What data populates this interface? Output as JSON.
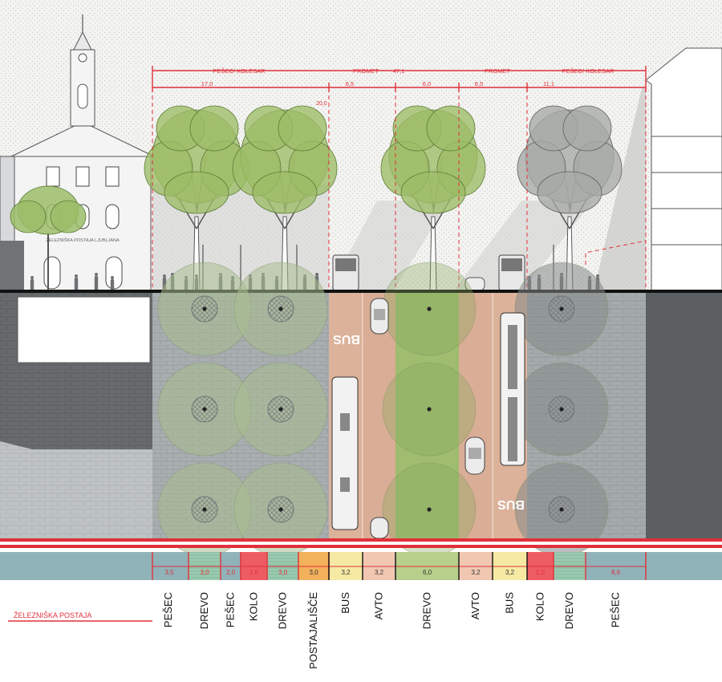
{
  "colors": {
    "red": "#e0303a",
    "sky": "#f1f1ef",
    "ground_dark": "#5b5f61",
    "paving": "#9aa0a2",
    "paving_light": "#b9bdbe",
    "bus_lane": "#dcb29a",
    "median": "#9fbc6f",
    "tree_green": "#8fb35a",
    "tree_gray": "#9a9c9a",
    "teal": "#8fb3b9",
    "zone_red": "#ee5c63",
    "zone_green": "#8fc1a6",
    "zone_orange": "#f3b15c",
    "zone_yellow": "#f5e9a3",
    "zone_peach": "#f1c7b2",
    "zone_median": "#b7cf8a"
  },
  "top_dimensions": {
    "overall": [
      {
        "label": "PEŠEC/ KOLESAR"
      },
      {
        "label": "PROMET"
      },
      {
        "label": "47,1"
      },
      {
        "label": "PROMET"
      },
      {
        "label": "PEŠEC/ KOLESAR"
      }
    ],
    "segments": [
      {
        "label": "17,0"
      },
      {
        "label": "6,5"
      },
      {
        "label": "6,0"
      },
      {
        "label": "6,5"
      },
      {
        "label": "11,1"
      }
    ],
    "tree_height": "20,0"
  },
  "building_sign": "ŽELEZNIŠKA POSTAJA LJUBLJANA",
  "road_markings": [
    "BUS",
    "BUS"
  ],
  "zones": [
    {
      "width": "3,5",
      "name": "PEŠEC",
      "fill": "teal"
    },
    {
      "width": "3,0",
      "name": "DREVO",
      "fill": "zone_green"
    },
    {
      "width": "2,0",
      "name": "PEŠEC",
      "fill": "teal"
    },
    {
      "width": "2,5",
      "name": "KOLO",
      "fill": "zone_red"
    },
    {
      "width": "3,0",
      "name": "DREVO",
      "fill": "zone_green"
    },
    {
      "width": "3,0",
      "name": "POSTAJALIŠČE",
      "fill": "zone_orange"
    },
    {
      "width": "3,2",
      "name": "BUS",
      "fill": "zone_yellow"
    },
    {
      "width": "3,2",
      "name": "AVTO",
      "fill": "zone_peach"
    },
    {
      "width": "6,0",
      "name": "DREVO",
      "fill": "zone_median"
    },
    {
      "width": "3,2",
      "name": "AVTO",
      "fill": "zone_peach"
    },
    {
      "width": "3,2",
      "name": "BUS",
      "fill": "zone_yellow"
    },
    {
      "width": "2,5",
      "name": "KOLO",
      "fill": "zone_red"
    },
    {
      "width": "",
      "name": "DREVO",
      "fill": "zone_green"
    },
    {
      "width": "8,6",
      "name": "PEŠEC",
      "fill": "teal"
    }
  ],
  "legend_title": "ŽELEZNIŠKA POSTAJA"
}
